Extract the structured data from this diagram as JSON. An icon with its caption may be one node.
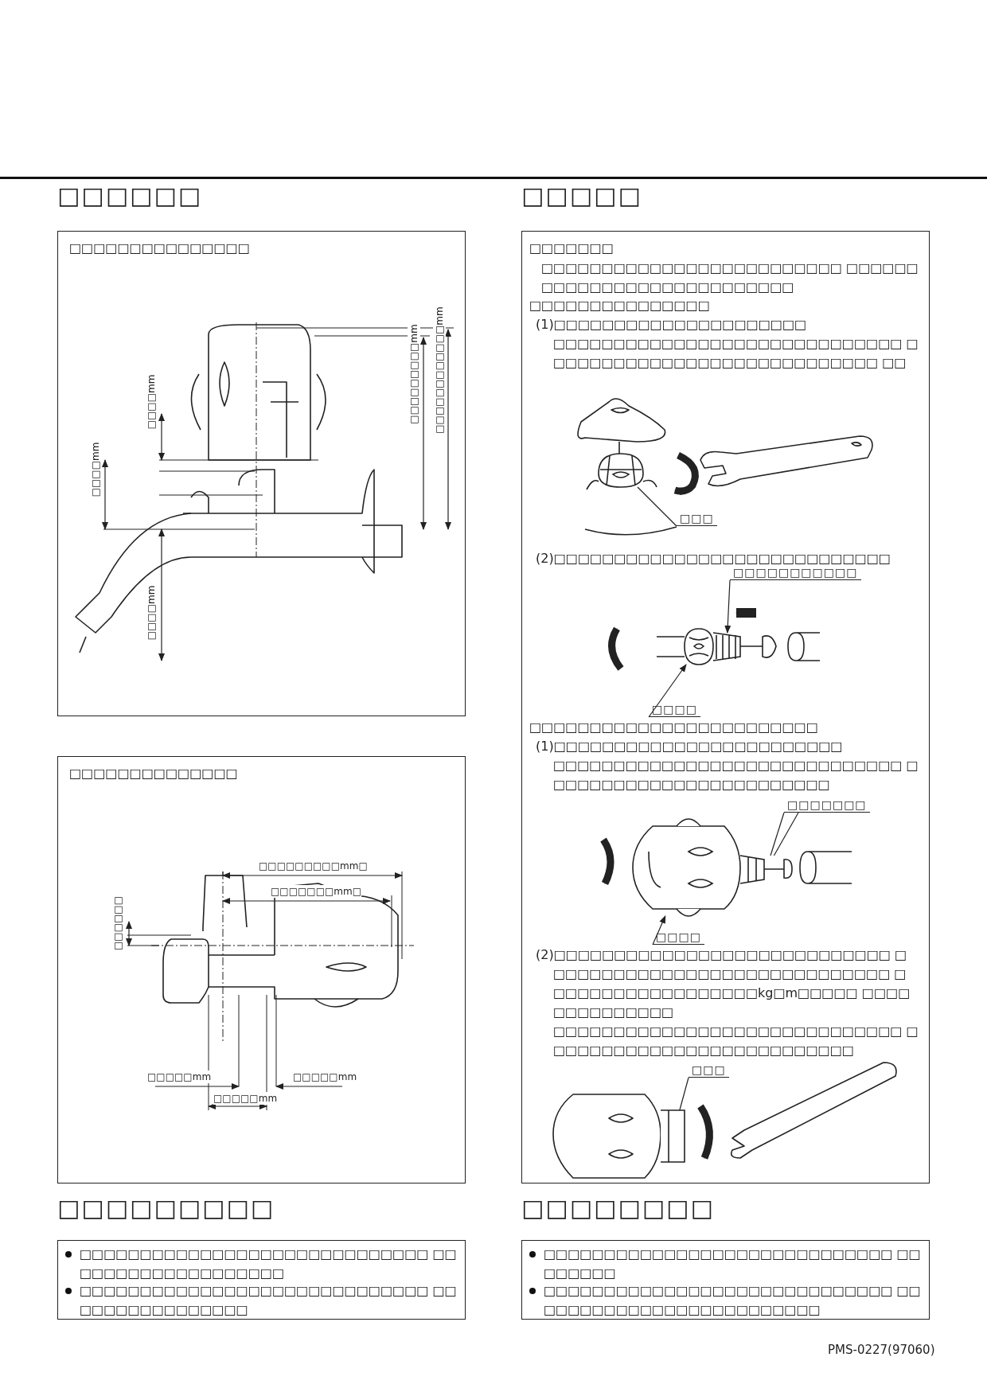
{
  "diagram": {
    "nodes": [
      {
        "text": [
          "□□□□□□",
          "□□□□□□□□□□□□□□□"
        ]
      },
      {
        "text": [
          "□□□□□□□□□□□□□□"
        ]
      },
      {
        "text": [
          "□□□□□",
          "□□□□□□□",
          "□□□□□□□□□□□□□□□□□□□□□□□□□ □□□□□□□□□□□□□□□□□□□□□□□□□□□",
          "□□□□□□□□□□□□□□□",
          "(1)□□□□□□□□□□□□□□□□□□□□□",
          "□□□□□□□□□□□□□□□□□□□□□□□□□□□□□ □□□□□□□□□□□□□□□□□□□□□□□□□□□□ □□",
          "(2)□□□□□□□□□□□□□□□□□□□□□□□□□□□□",
          "□□□□□□□□□□□□□□□□□□□□□□□□",
          "(1)□□□□□□□□□□□□□□□□□□□□□□□□",
          "□□□□□□□□□□□□□□□□□□□□□□□□□□□□□ □□□□□□□□□□□□□□□□□□□□□□□□",
          "(2)□□□□□□□□□□□□□□□□□□□□□□□□□□□□ □□□□□□□□□□□□□□□□□□□□□□□□□□□□□ □□□□□□□□□□□□□□□□□□kg□m□□□□□ □□□□□□□□□□□□□□",
          "□□□□□□□□□□□□□□□□□□□□□□□□□□□□□ □□□□□□□□□□□□□□□□□□□□□□□□□□"
        ]
      },
      {
        "text": [
          "□□□"
        ],
        "in": 2
      },
      {
        "text": [
          "□□□□□□□□□□□"
        ],
        "in": 2
      },
      {
        "text": [
          "□□□□"
        ],
        "in": 2
      },
      {
        "text": [
          "□□□□□□□"
        ],
        "in": 2
      },
      {
        "text": [
          "□□□□"
        ],
        "in": 2
      },
      {
        "text": [
          "□□□"
        ],
        "in": 2
      },
      {
        "text": [
          "□□□□□□□□□",
          "□□□□□□□□□□□□□□□□□□□□□□□□□□□□□ □□□□□□□□□□□□□□□□□□□",
          "□□□□□□□□□□□□□□□□□□□□□□□□□□□□□ □□□□□□□□□□□□□□□□"
        ]
      },
      {
        "text": [
          "□□□□□□□□",
          "□□□□□□□□□□□□□□□□□□□□□□□□□□□□□ □□□□□□□□",
          "□□□□□□□□□□□□□□□□□□□□□□□□□□□□□ □□□□□□□□□□□□□□□□□□□□□□□□□"
        ]
      },
      {
        "text": [],
        "shape": "picture",
        "in": 2
      },
      {
        "text": [],
        "shape": "picture",
        "in": 2
      },
      {
        "text": [],
        "shape": "picture",
        "in": 2
      },
      {
        "text": [],
        "shape": "picture",
        "in": 2
      },
      {
        "text": [],
        "shape": "picture",
        "in": 2
      },
      {
        "text": [],
        "shape": "picture",
        "in": 2
      }
    ],
    "edges": [
      {
        "from": 3,
        "to": 11,
        "arrow": "none"
      },
      {
        "from": 4,
        "to": 12,
        "arrow": "to"
      },
      {
        "from": 5,
        "to": 13,
        "arrow": "to"
      },
      {
        "from": 6,
        "to": 14,
        "arrow": "none"
      },
      {
        "from": 6,
        "to": 14,
        "arrow": "none"
      },
      {
        "from": 7,
        "to": 15,
        "arrow": "to"
      },
      {
        "from": 8,
        "to": 16,
        "arrow": "none"
      }
    ],
    "labels": [
      "□□□□mm",
      "□□□□mm",
      "□□□□□□□□□mm",
      "□□□□□□□□□□□□mm",
      "□□□□mm",
      "□□□□□□□□□mm□",
      "□□□□□□□mm□",
      "□□□□□□",
      "□□□□□mm",
      "□□□□□mm",
      "□□□□□mm",
      "PMS-0227(97060)"
    ]
  }
}
